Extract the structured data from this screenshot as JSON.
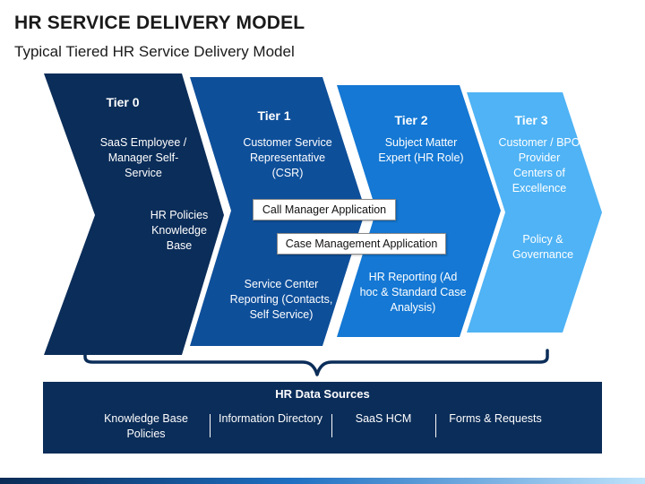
{
  "title": "HR SERVICE DELIVERY MODEL",
  "subtitle": "Typical Tiered HR Service Delivery Model",
  "colors": {
    "tier0": "#0b2d59",
    "tier1": "#0e4f9a",
    "tier2": "#1478d4",
    "tier3": "#4fb3f5",
    "sources": "#0b2d59"
  },
  "tiers": [
    {
      "label": "Tier 0",
      "items": [
        "SaaS Employee / Manager Self-Service",
        "HR Policies Knowledge Base"
      ]
    },
    {
      "label": "Tier 1",
      "items": [
        "Customer Service Representative (CSR)",
        "Service Center Reporting (Contacts, Self Service)"
      ]
    },
    {
      "label": "Tier 2",
      "items": [
        "Subject Matter Expert (HR Role)",
        "HR Reporting (Ad hoc & Standard Case Analysis)"
      ]
    },
    {
      "label": "Tier 3",
      "items": [
        "Customer / BPO Provider Centers of Excellence",
        "Policy & Governance"
      ]
    }
  ],
  "applications": [
    "Call Manager Application",
    "Case Management Application"
  ],
  "data_sources": {
    "title": "HR Data Sources",
    "items": [
      "Knowledge Base Policies",
      "Information Directory",
      "SaaS HCM",
      "Forms & Requests"
    ]
  }
}
